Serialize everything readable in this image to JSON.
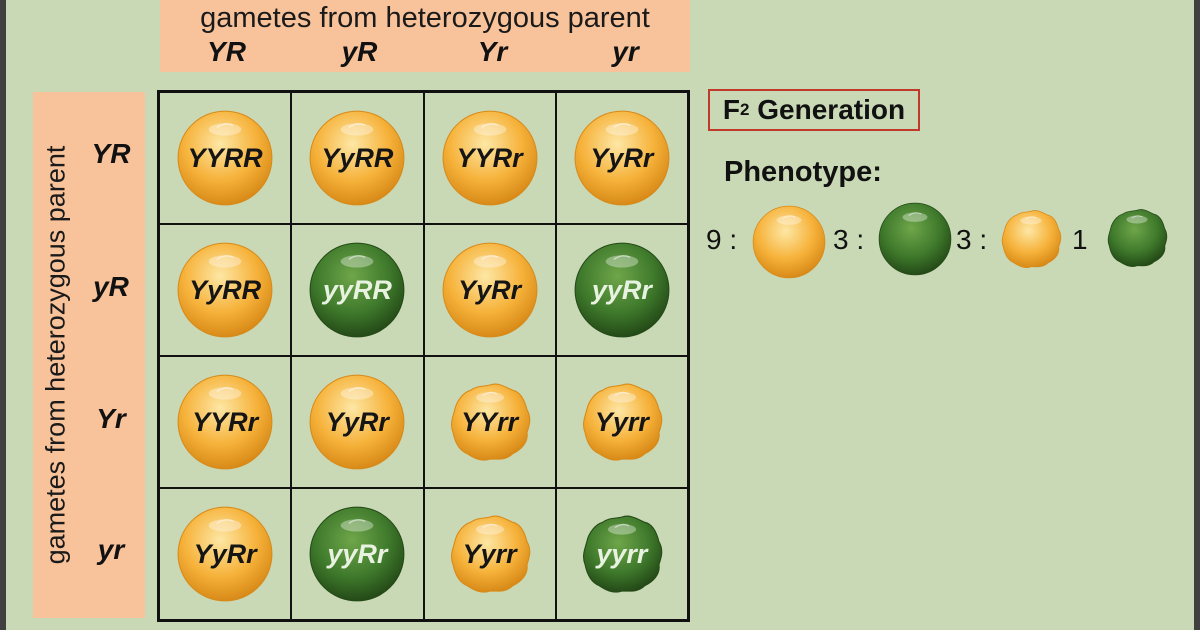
{
  "top_header": {
    "title": "gametes from heterozygous parent",
    "gametes": [
      "YR",
      "yR",
      "Yr",
      "yr"
    ]
  },
  "left_header": {
    "title": "gametes from heterozygous parent",
    "gametes": [
      "YR",
      "yR",
      "Yr",
      "yr"
    ]
  },
  "grid": [
    [
      "YYRR",
      "YyRR",
      "YYRr",
      "YyRr"
    ],
    [
      "YyRR",
      "yyRR",
      "YyRr",
      "yyRr"
    ],
    [
      "YYRr",
      "YyRr",
      "YYrr",
      "Yyrr"
    ],
    [
      "YyRr",
      "yyRr",
      "Yyrr",
      "yyrr"
    ]
  ],
  "pea_types": [
    [
      "yellow-round",
      "yellow-round",
      "yellow-round",
      "yellow-round"
    ],
    [
      "yellow-round",
      "green-round",
      "yellow-round",
      "green-round"
    ],
    [
      "yellow-round",
      "yellow-round",
      "yellow-wrinkled",
      "yellow-wrinkled"
    ],
    [
      "yellow-round",
      "green-round",
      "yellow-wrinkled",
      "green-wrinkled"
    ]
  ],
  "f2": {
    "label_prefix": "F",
    "label_sub": "2",
    "label_suffix": " Generation"
  },
  "phenotype": {
    "title": "Phenotype:",
    "ratios": [
      {
        "text": "9 :",
        "pea": "yellow-round"
      },
      {
        "text": "3 :",
        "pea": "green-round"
      },
      {
        "text": "3 :",
        "pea": "yellow-wrinkled"
      },
      {
        "text": "1",
        "pea": "green-wrinkled"
      }
    ]
  },
  "colors": {
    "background": "#c9d9b6",
    "header_bg": "#f8c39b",
    "yellow_pea": "#f6b23a",
    "green_pea": "#3f7a2c",
    "f2_border": "#c0392b"
  }
}
